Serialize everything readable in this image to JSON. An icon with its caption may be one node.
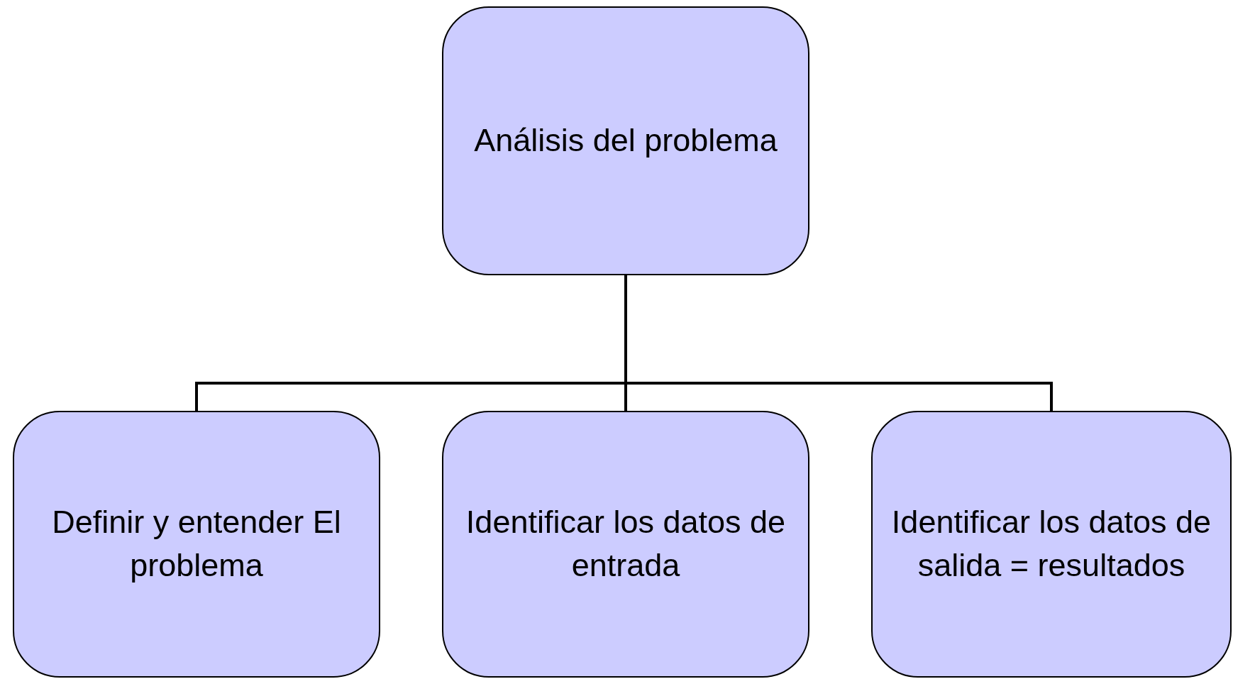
{
  "diagram": {
    "nodes": [
      {
        "text": [
          "Análisis del problema"
        ]
      },
      {
        "text": [
          "Definir y entender El problema"
        ]
      },
      {
        "text": [
          "Identificar los datos de entrada"
        ]
      },
      {
        "text": [
          "Identificar los datos de salida = resultados"
        ]
      }
    ],
    "edges": [
      {
        "from": 0,
        "to": 1,
        "arrow": "none"
      },
      {
        "from": 0,
        "to": 2,
        "arrow": "none"
      },
      {
        "from": 0,
        "to": 3,
        "arrow": "none"
      }
    ]
  }
}
